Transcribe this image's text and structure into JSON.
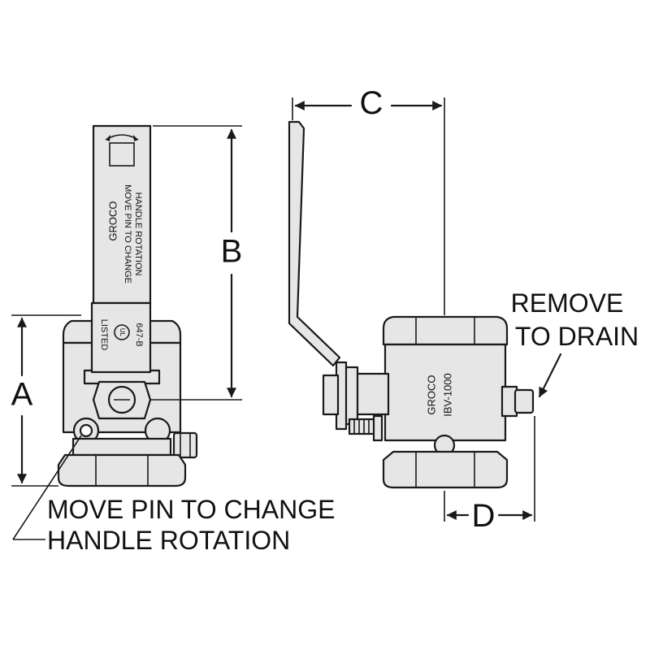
{
  "dimensions": {
    "a": "A",
    "b": "B",
    "c": "C",
    "d": "D"
  },
  "callouts": {
    "pin_line1": "MOVE PIN TO CHANGE",
    "pin_line2": "HANDLE ROTATION",
    "drain_line1": "REMOVE",
    "drain_line2": "TO DRAIN"
  },
  "front_view": {
    "handle_brand": "GROCO",
    "handle_text_line1": "MOVE PIN TO CHANGE",
    "handle_text_line2": "HANDLE ROTATION",
    "listing_word": "LISTED",
    "listing_mark": "UL",
    "listing_number": "647-B"
  },
  "side_view": {
    "body_brand": "GROCO",
    "body_model": "IBV-1000"
  },
  "colors": {
    "part_fill": "#e6e6e6",
    "line": "#1a1a1a",
    "background": "#ffffff"
  }
}
